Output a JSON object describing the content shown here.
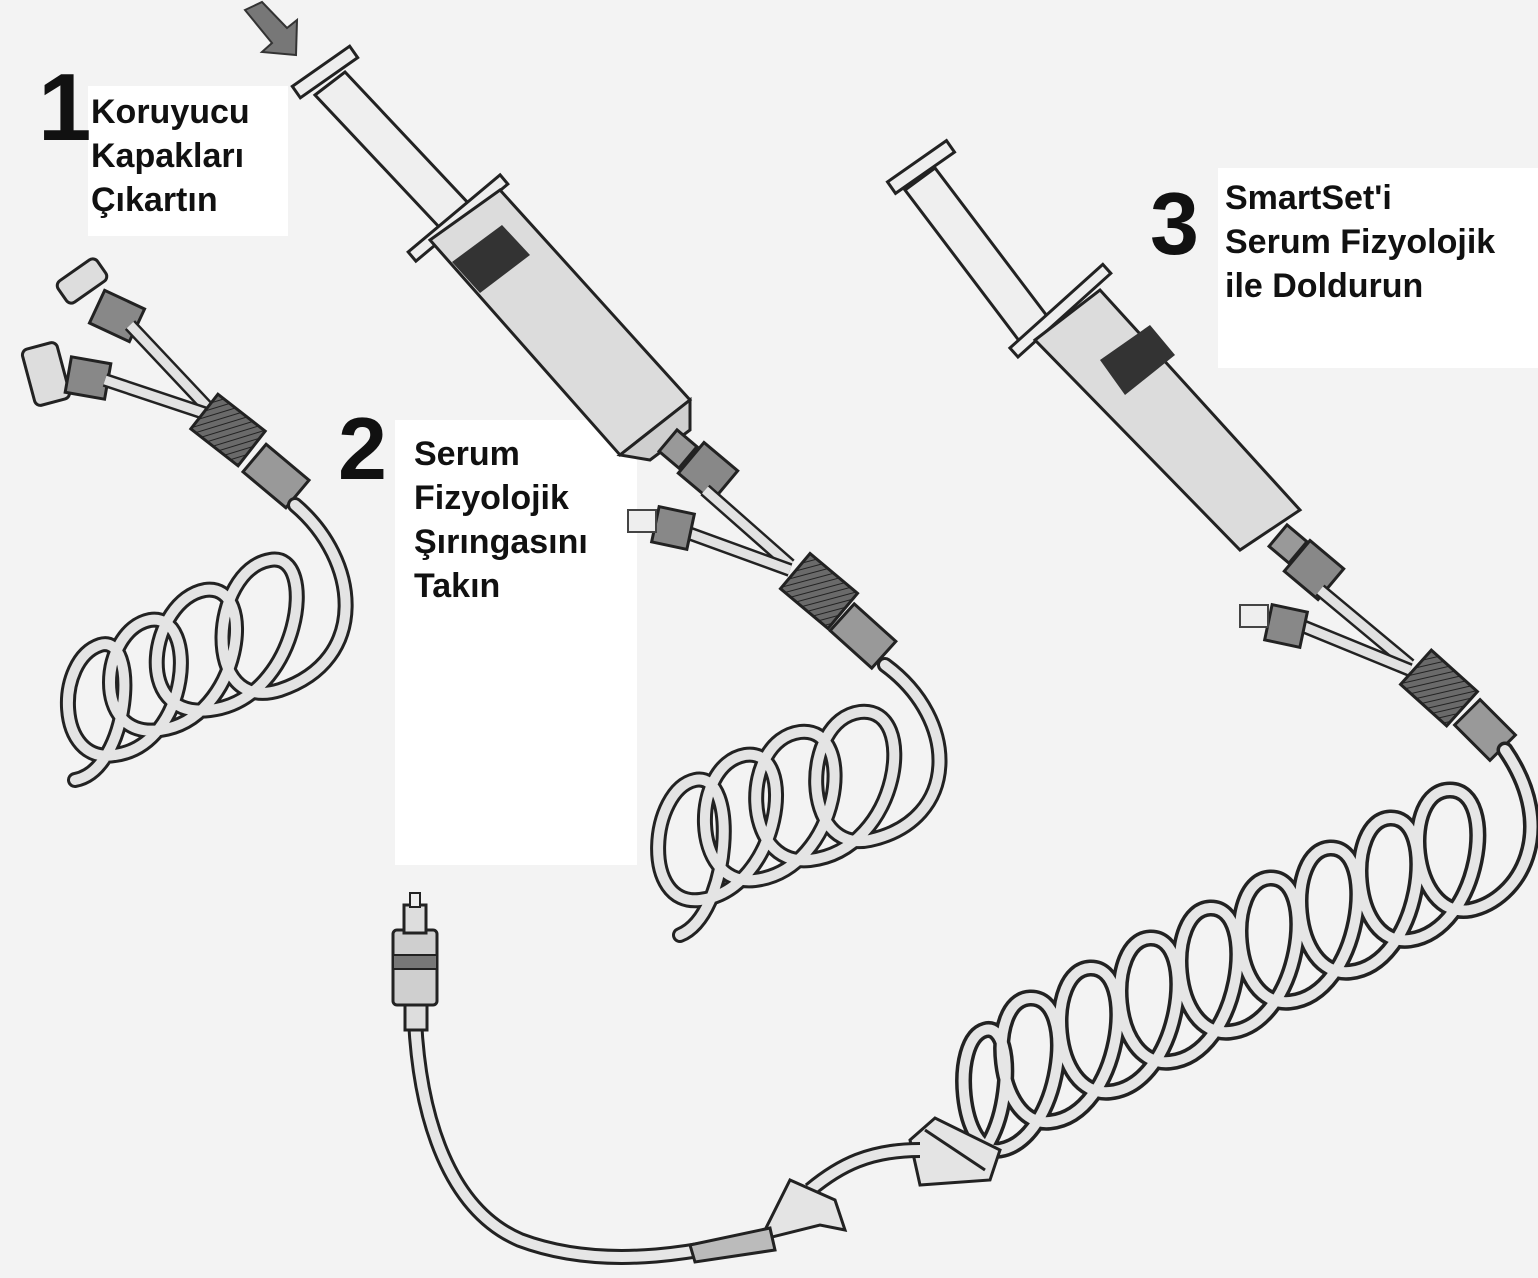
{
  "steps": [
    {
      "number": "1",
      "lines": [
        "Koruyucu",
        "Kapakları",
        "Çıkartın"
      ]
    },
    {
      "number": "2",
      "lines": [
        "Serum",
        "Fizyolojik",
        "Şırıngasını",
        "Takın"
      ]
    },
    {
      "number": "3",
      "lines": [
        "SmartSet'i",
        "Serum Fizyolojik",
        "ile Doldurun"
      ]
    }
  ],
  "icons": [
    "arrow-icon",
    "syringe-icon",
    "coiled-tubing-icon",
    "connector-icon",
    "clamp-icon"
  ],
  "colors": {
    "background": "#f3f3f3",
    "ink": "#111111",
    "plastic": "#d9d9d9",
    "dark_part": "#555555"
  }
}
